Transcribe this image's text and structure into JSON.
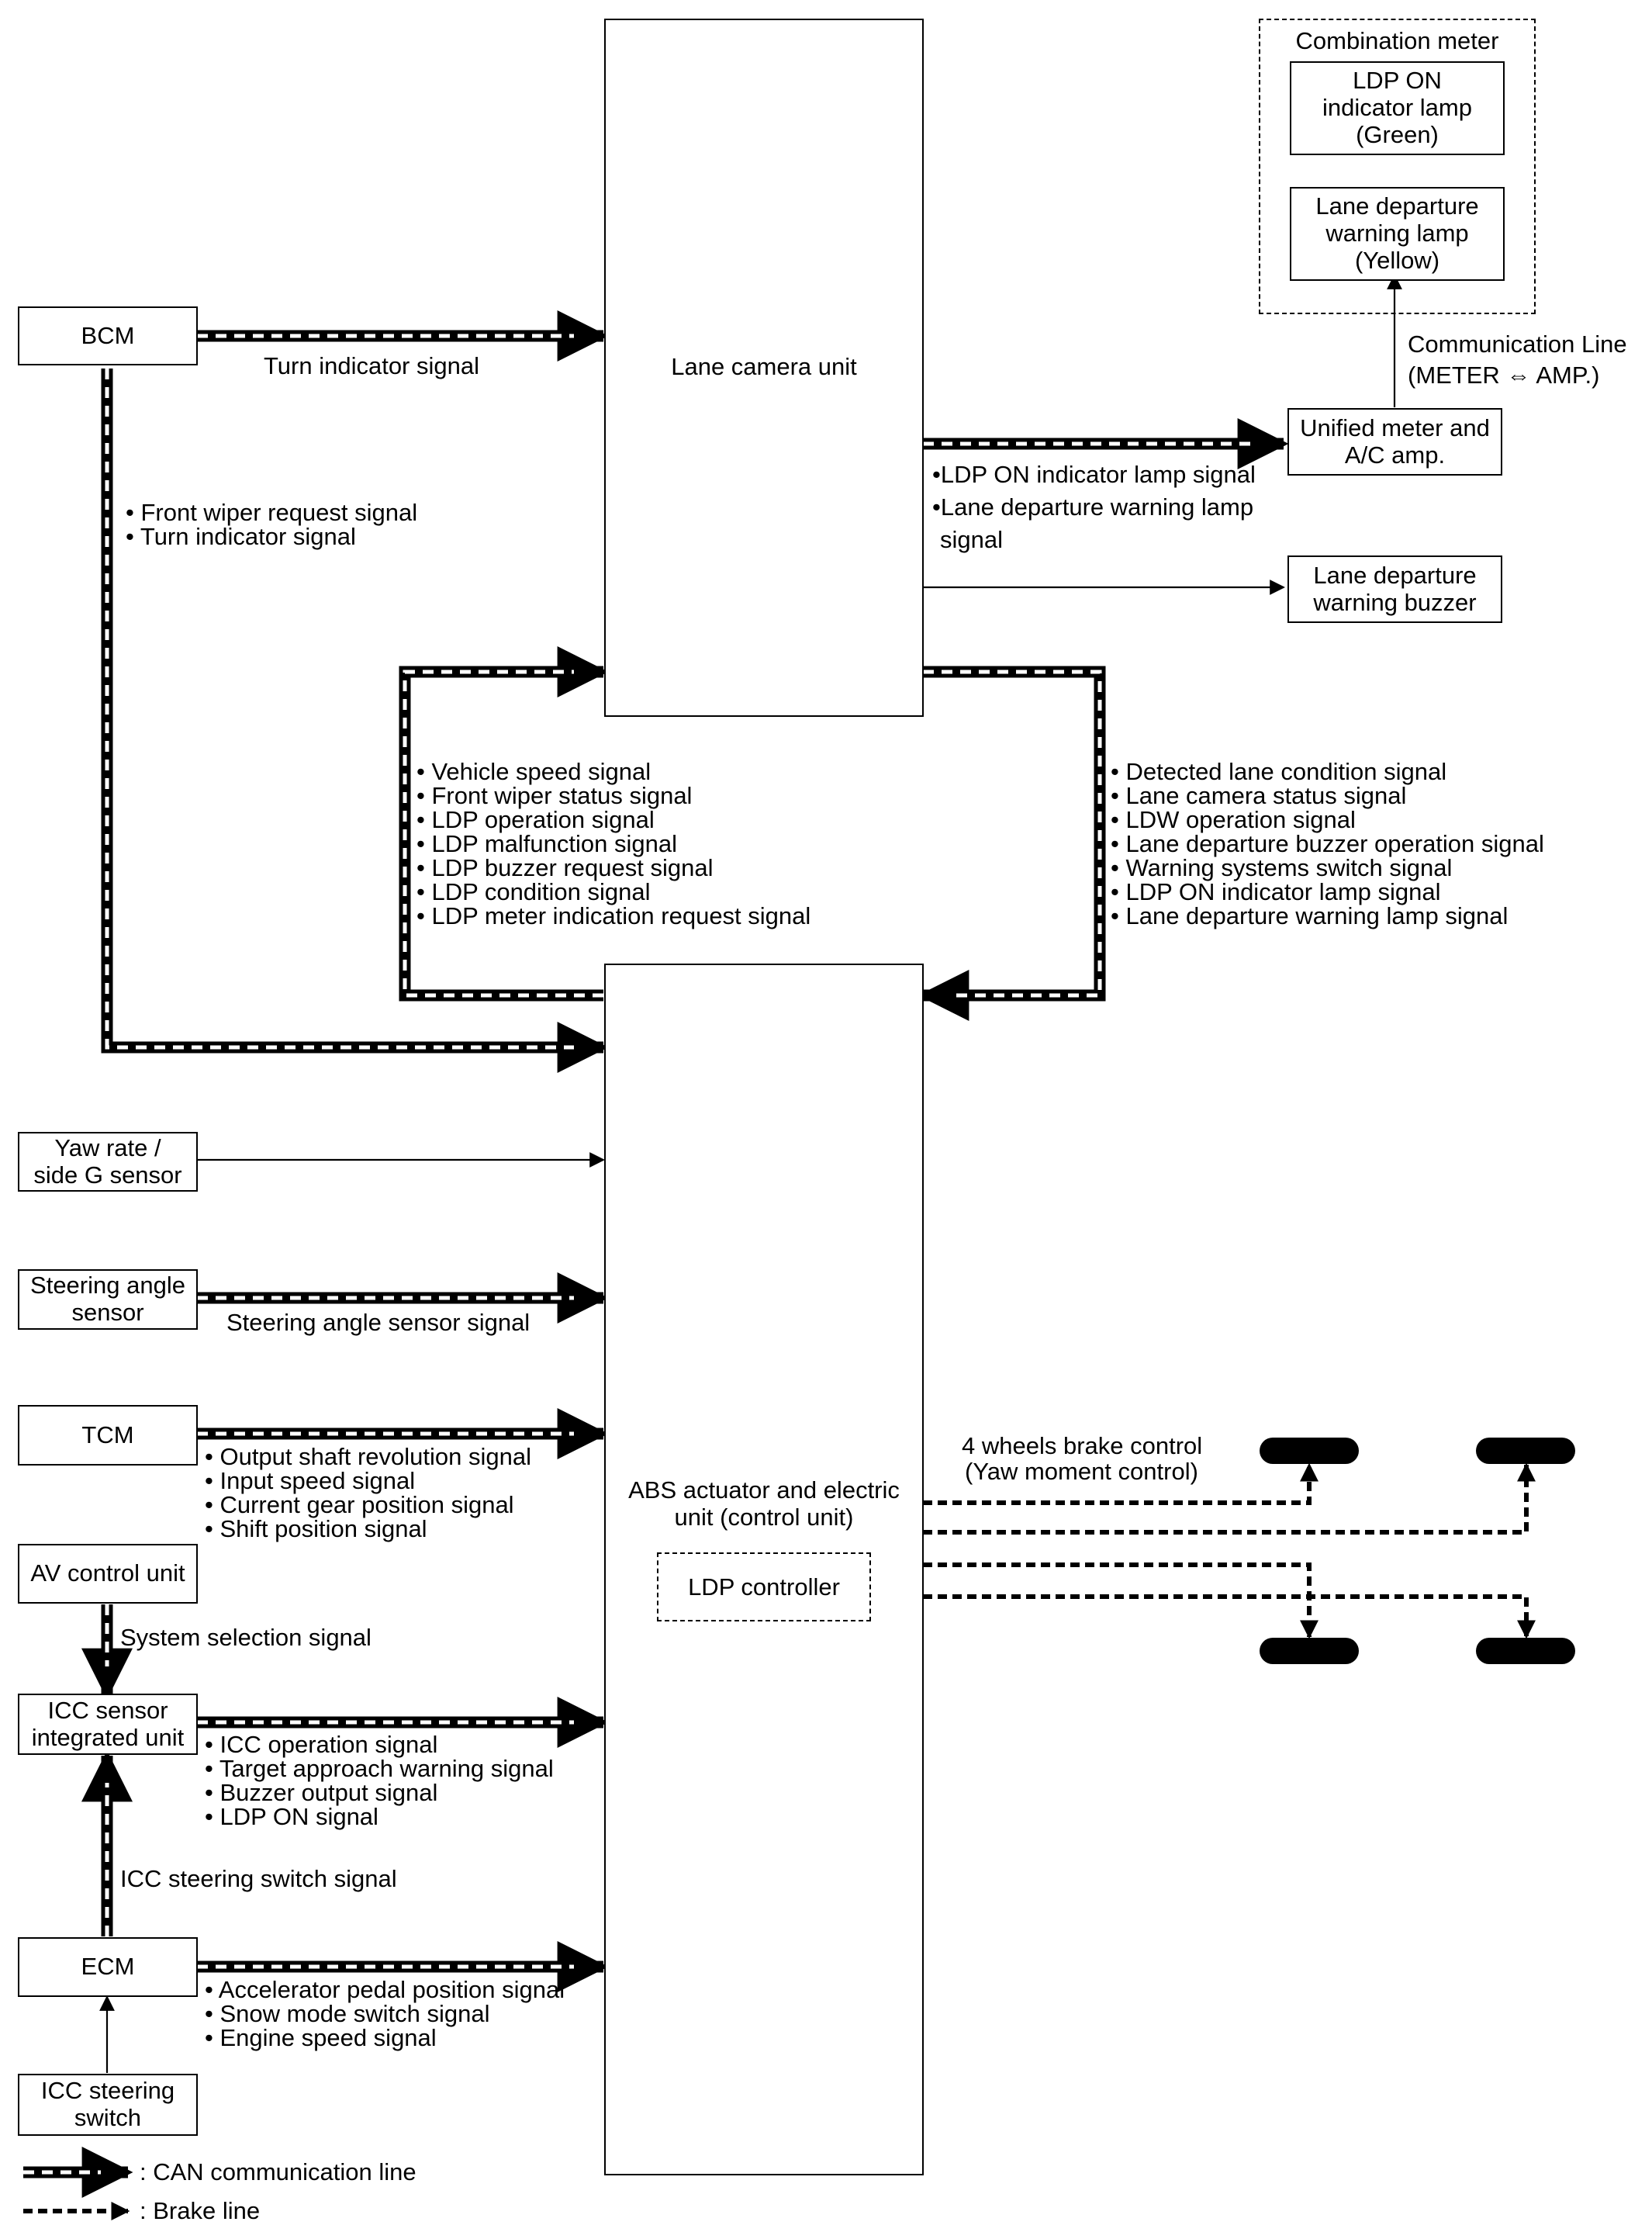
{
  "boxes": {
    "bcm": "BCM",
    "lane_camera": "Lane camera unit",
    "combination_meter": "Combination meter",
    "ldp_on_lamp": "LDP ON\nindicator lamp\n(Green)",
    "ldw_lamp": "Lane departure\nwarning lamp\n(Yellow)",
    "unified_meter": "Unified meter and\nA/C amp.",
    "ldw_buzzer": "Lane departure\nwarning buzzer",
    "yaw_sensor": "Yaw rate /\nside G sensor",
    "steering_sensor": "Steering angle\nsensor",
    "tcm": "TCM",
    "av_control": "AV control unit",
    "icc_sensor": "ICC sensor\nintegrated unit",
    "ecm": "ECM",
    "icc_switch": "ICC steering\nswitch",
    "abs_unit": "ABS actuator and electric\nunit (control unit)",
    "ldp_controller": "LDP controller"
  },
  "labels": {
    "turn_indicator": "Turn indicator signal",
    "comm_line_1": "Communication Line",
    "comm_line_2": "(METER ⇔ AMP.)",
    "steering_signal": "Steering angle sensor signal",
    "system_selection": "System selection signal",
    "icc_switch_signal": "ICC steering switch signal",
    "brake_control_1": "4 wheels brake control",
    "brake_control_2": "(Yaw moment control)"
  },
  "signal_lists": {
    "bcm_down": [
      "Front wiper request signal",
      "Turn indicator signal"
    ],
    "camera_to_meter": [
      "LDP ON indicator lamp signal",
      "Lane departure warning lamp",
      "signal"
    ],
    "abs_to_camera": [
      "Vehicle speed signal",
      "Front wiper status signal",
      "LDP operation signal",
      "LDP malfunction signal",
      "LDP buzzer request signal",
      "LDP condition signal",
      "LDP meter indication request signal"
    ],
    "camera_to_abs": [
      "Detected lane condition signal",
      "Lane camera status signal",
      "LDW operation signal",
      "Lane departure buzzer operation signal",
      "Warning systems switch signal",
      "LDP ON indicator lamp signal",
      "Lane departure warning lamp signal"
    ],
    "tcm": [
      "Output shaft revolution signal",
      "Input speed signal",
      "Current gear position signal",
      "Shift position signal"
    ],
    "icc": [
      "ICC operation signal",
      "Target approach warning signal",
      "Buzzer output signal",
      "LDP ON signal"
    ],
    "ecm": [
      "Accelerator pedal position signal",
      "Snow mode switch signal",
      "Engine speed signal"
    ]
  },
  "legend": {
    "can": ": CAN communication line",
    "brake": ": Brake line"
  },
  "colors": {
    "line": "#000000",
    "background": "#ffffff"
  }
}
